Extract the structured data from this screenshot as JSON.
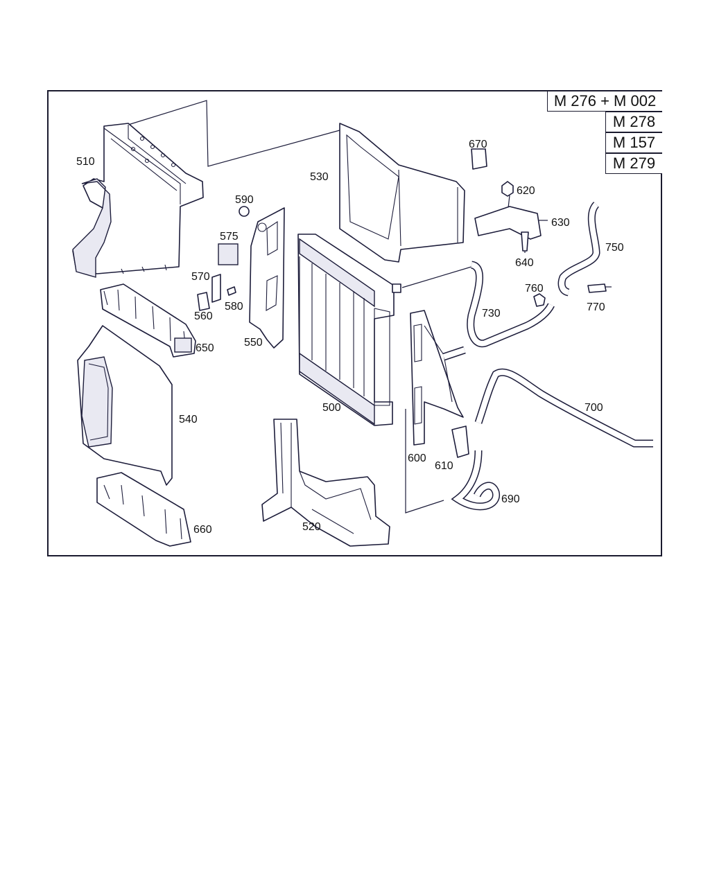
{
  "model_tags": [
    "M 276 + M 002",
    "M 278",
    "M 157",
    "M 279"
  ],
  "callouts": {
    "p500": "500",
    "p510": "510",
    "p520": "520",
    "p530": "530",
    "p540": "540",
    "p550": "550",
    "p560": "560",
    "p570": "570",
    "p575": "575",
    "p580": "580",
    "p590": "590",
    "p600": "600",
    "p610": "610",
    "p620": "620",
    "p630": "630",
    "p640": "640",
    "p650": "650",
    "p660": "660",
    "p670": "670",
    "p690": "690",
    "p700": "700",
    "p730": "730",
    "p750": "750",
    "p760": "760",
    "p770": "770"
  }
}
